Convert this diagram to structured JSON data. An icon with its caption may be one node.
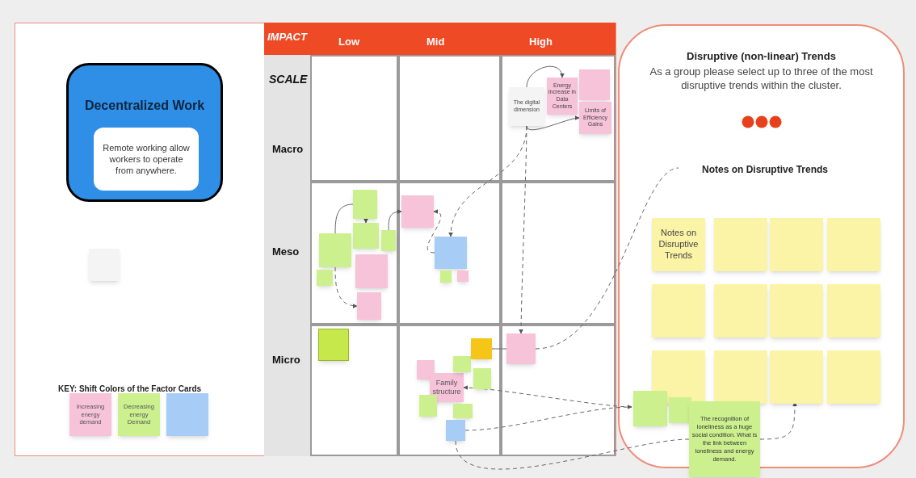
{
  "diagram": {
    "nodes": [
      {
        "text": [
          "Decentralized Work"
        ]
      },
      {
        "text": [
          "Remote working allow workers to operate from anywhere."
        ],
        "in": 0
      },
      {
        "text": [],
        "shape": "box"
      },
      {
        "text": [
          "The digital dimension"
        ]
      },
      {
        "text": [
          "Energy increase in Data Centers"
        ]
      },
      {
        "text": [],
        "shape": "box"
      },
      {
        "text": [
          "Limits of Efficiency Gains"
        ]
      },
      {
        "text": [],
        "shape": "box"
      },
      {
        "text": [],
        "shape": "box"
      },
      {
        "text": [],
        "shape": "box"
      },
      {
        "text": [],
        "shape": "box"
      },
      {
        "text": [],
        "shape": "box"
      },
      {
        "text": [],
        "shape": "box"
      },
      {
        "text": [],
        "shape": "box"
      },
      {
        "text": [],
        "shape": "box"
      },
      {
        "text": [],
        "shape": "box"
      },
      {
        "text": [],
        "shape": "box"
      },
      {
        "text": [],
        "shape": "box"
      },
      {
        "text": [],
        "shape": "box"
      },
      {
        "text": [],
        "shape": "box"
      },
      {
        "text": [
          "Family structure"
        ]
      },
      {
        "text": [],
        "shape": "box"
      },
      {
        "text": [],
        "shape": "box"
      },
      {
        "text": [],
        "shape": "box"
      },
      {
        "text": [],
        "shape": "box"
      },
      {
        "text": [],
        "shape": "box"
      },
      {
        "text": [],
        "shape": "box"
      },
      {
        "text": [],
        "shape": "box"
      },
      {
        "text": [
          "Disruptive (non-linear) Trends",
          "As a group please select up to three of the most disruptive trends within the cluster."
        ]
      },
      {
        "text": [
          "Notes on Disruptive Trends"
        ],
        "in": 28
      },
      {
        "text": [
          "Notes on Disruptive Trends"
        ],
        "in": 28
      },
      {
        "text": [],
        "shape": "box",
        "in": 28
      },
      {
        "text": [],
        "shape": "box",
        "in": 28
      },
      {
        "text": [],
        "shape": "box",
        "in": 28
      },
      {
        "text": [],
        "shape": "box",
        "in": 28
      },
      {
        "text": [],
        "shape": "box",
        "in": 28
      },
      {
        "text": [],
        "shape": "box",
        "in": 28
      },
      {
        "text": [],
        "shape": "box",
        "in": 28
      },
      {
        "text": [],
        "shape": "box",
        "in": 28
      },
      {
        "text": [],
        "shape": "box",
        "in": 28
      },
      {
        "text": [],
        "shape": "box",
        "in": 28
      },
      {
        "text": [],
        "shape": "box",
        "in": 28
      },
      {
        "text": [],
        "shape": "box",
        "in": 28
      },
      {
        "text": [],
        "shape": "box",
        "in": 28
      },
      {
        "text": [
          "The recognition of loneliness as a huge social condition. What is the link between loneliness and energy demand."
        ]
      },
      {
        "text": [],
        "shape": "box"
      }
    ],
    "edges": [
      {
        "from": 3,
        "to": 4,
        "arrow": "to"
      },
      {
        "from": 3,
        "to": 6,
        "arrow": "to"
      },
      {
        "from": 3,
        "to": 15,
        "arrow": "to",
        "style": "dashed"
      },
      {
        "from": 3,
        "to": 27,
        "arrow": "to",
        "style": "dashed"
      },
      {
        "from": 9,
        "to": 14,
        "arrow": "to"
      },
      {
        "from": 7,
        "to": 8,
        "arrow": "to"
      },
      {
        "from": 7,
        "to": 10,
        "arrow": "none"
      },
      {
        "from": 10,
        "to": 13,
        "arrow": "to",
        "style": "dashed"
      },
      {
        "from": 15,
        "to": 14,
        "arrow": "to",
        "style": "dashed"
      },
      {
        "from": 27,
        "to": 29,
        "arrow": "none",
        "style": "dashed"
      },
      {
        "from": 42,
        "to": 20,
        "arrow": "to",
        "style": "dashed"
      },
      {
        "from": 26,
        "to": 44,
        "arrow": "none",
        "style": "dashed"
      },
      {
        "from": 26,
        "to": 42,
        "arrow": "to",
        "style": "dashed"
      },
      {
        "from": 44,
        "to": 40,
        "arrow": "to",
        "style": "dashed"
      },
      {
        "from": 25,
        "to": 27,
        "arrow": "none"
      }
    ],
    "labels": [
      "IMPACT",
      "Low",
      "Mid",
      "High",
      "SCALE",
      "Macro",
      "Meso",
      "Micro",
      "KEY: Shift Colors of the Factor Cards"
    ],
    "legend": [
      {
        "text": "Increasing energy demand",
        "color": "#f7c3d8"
      },
      {
        "text": "Decreasing energy Demand",
        "color": "#cdf08f"
      }
    ]
  }
}
